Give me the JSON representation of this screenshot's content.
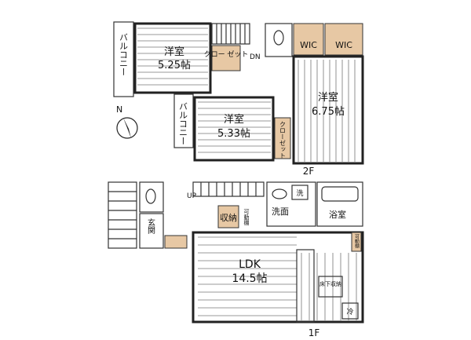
{
  "floors": {
    "f2": {
      "label": "2F",
      "rooms": [
        {
          "id": "bed-a",
          "name": "洋室",
          "size": "5.25帖"
        },
        {
          "id": "bed-b",
          "name": "洋室",
          "size": "5.33帖"
        },
        {
          "id": "bed-c",
          "name": "洋室",
          "size": "6.75帖"
        }
      ],
      "balcony_a": "バルコニー",
      "balcony_b": "バルコニー",
      "closet_a": "クロー ゼット",
      "closet_b": "クローゼット",
      "wic_1": "WIC",
      "wic_2": "WIC",
      "stairs_down": "DN"
    },
    "f1": {
      "label": "1F",
      "ldk_name": "LDK",
      "ldk_size": "14.5帖",
      "entrance": "玄関",
      "storage": "収納",
      "movable_shelf": "可動棚",
      "movable_shelf_2": "可動棚",
      "washroom": "洗面",
      "laundry": "洗",
      "bathroom": "浴室",
      "stairs_up": "UP",
      "floor_storage": "床下収納",
      "fridge": "冷"
    }
  },
  "compass": {
    "label": "N"
  },
  "colors": {
    "closet": "#e7c8a4",
    "wall": "#222222",
    "floor_lines": "#777777"
  }
}
